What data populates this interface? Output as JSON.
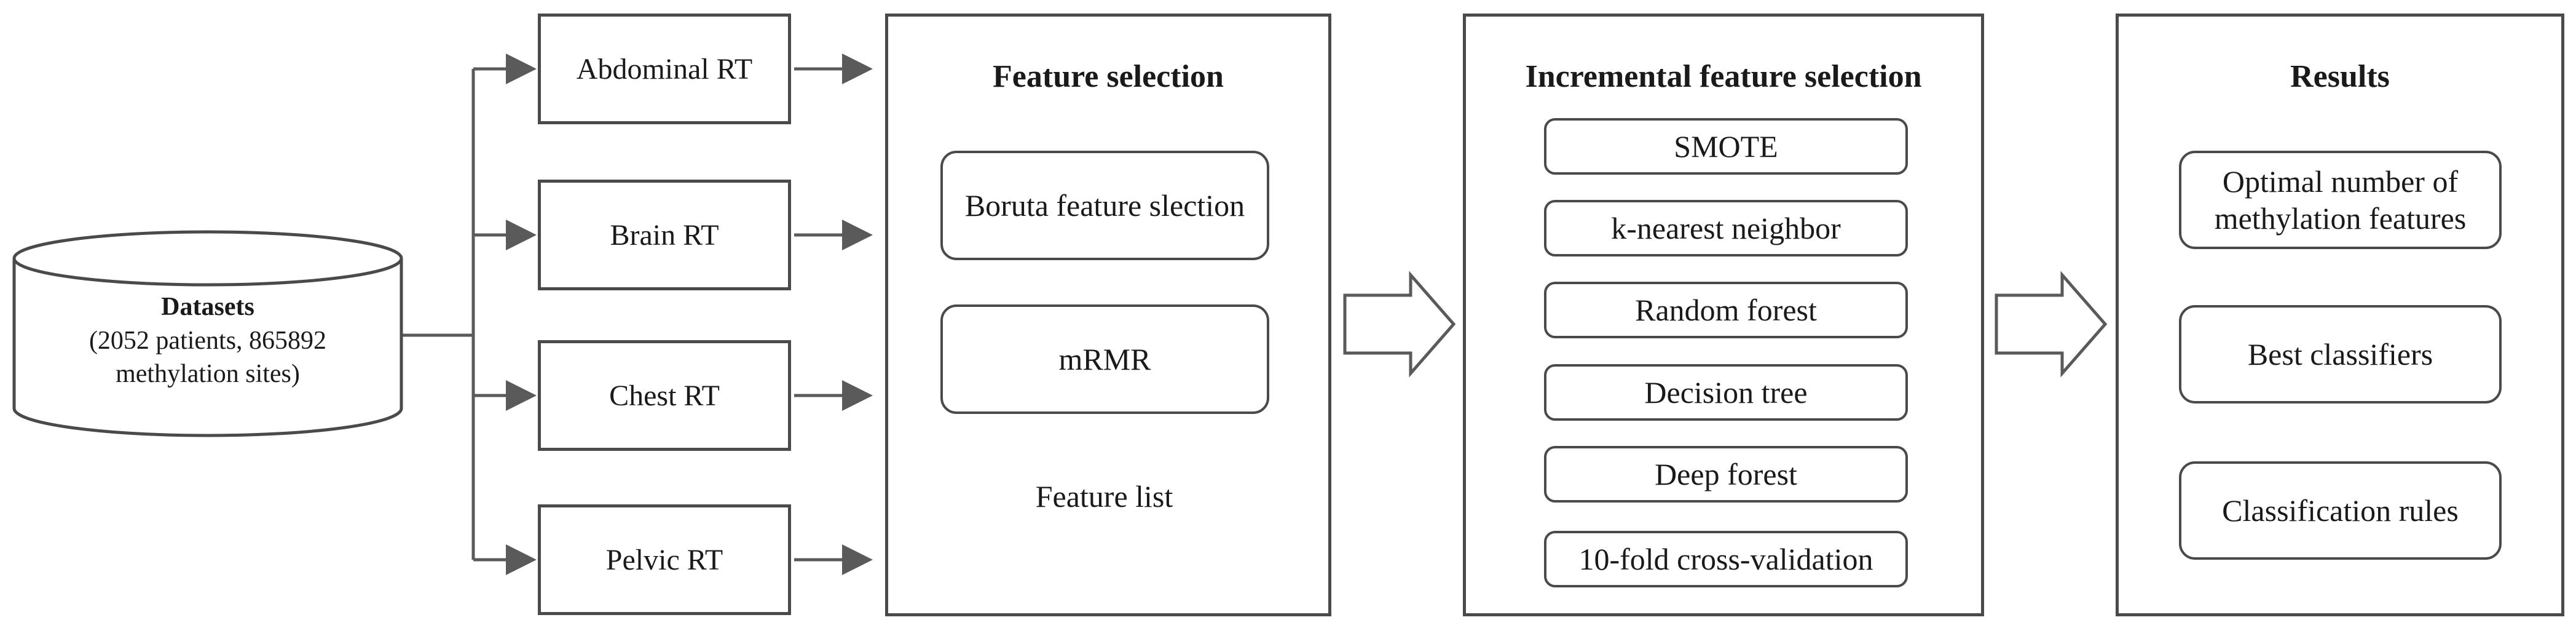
{
  "dataset": {
    "title": "Datasets",
    "line1": "(2052 patients, 865892",
    "line2": "methylation sites)"
  },
  "rt_boxes": [
    "Abdominal RT",
    "Brain RT",
    "Chest RT",
    "Pelvic RT"
  ],
  "feature_selection": {
    "title": "Feature selection",
    "steps": [
      "Boruta feature slection",
      "mRMR"
    ],
    "output": "Feature list"
  },
  "ifs": {
    "title": "Incremental feature selection",
    "items": [
      "SMOTE",
      "k-nearest neighbor",
      "Random forest",
      "Decision tree",
      "Deep forest",
      "10-fold cross-validation"
    ]
  },
  "results": {
    "title": "Results",
    "items": [
      "Optimal number of methylation features",
      "Best classifiers",
      "Classification rules"
    ]
  }
}
